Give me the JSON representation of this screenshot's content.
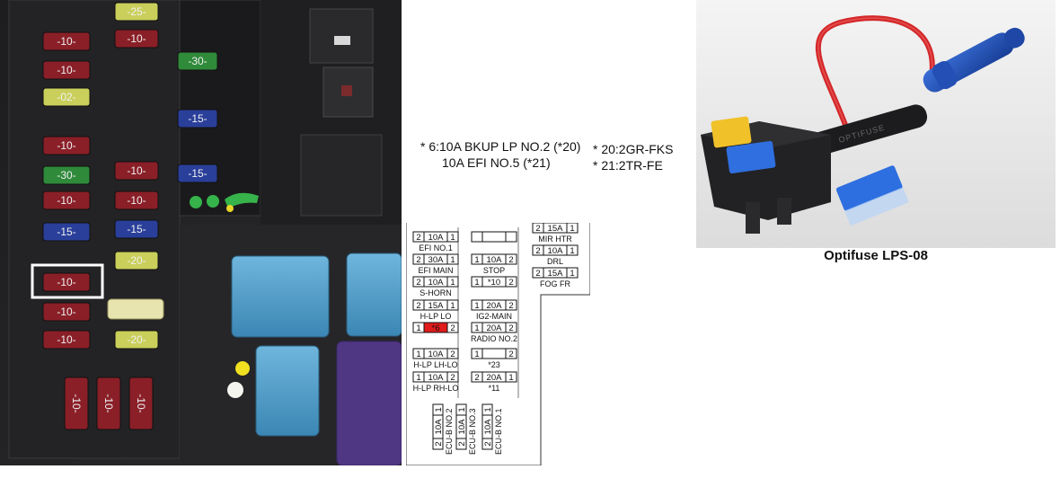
{
  "photo": {
    "fuse_left_labels": [
      "-10-",
      "-10-",
      "-02-",
      "-10-",
      "-30-",
      "-10-",
      "-15-",
      "-10-",
      "-10-",
      "-10-"
    ],
    "fuse_mid_labels": [
      "-25-",
      "-10-",
      "-10-",
      "-10-",
      "-15-",
      "-20-",
      "-20-"
    ],
    "fuse_right_labels": [
      "-30-",
      "-15-",
      "-15-"
    ],
    "fuse_bottom_labels": [
      "-10-",
      "-10-",
      "-10-"
    ]
  },
  "notes": {
    "line1": "* 6:10A BKUP LP NO.2 (*20)",
    "line2": "10A EFI NO.5 (*21)",
    "line3": "* 20:2GR-FKS",
    "line4": "* 21:2TR-FE"
  },
  "diagram": {
    "left": [
      {
        "cells": [
          "2",
          "10A",
          "1"
        ],
        "label": "EFI NO.1"
      },
      {
        "cells": [
          "2",
          "30A",
          "1"
        ],
        "label": "EFI MAIN"
      },
      {
        "cells": [
          "2",
          "10A",
          "1"
        ],
        "label": "S-HORN"
      },
      {
        "cells": [
          "2",
          "15A",
          "1"
        ],
        "label": "H-LP LO"
      },
      {
        "cells": [
          "1",
          "*6",
          "2"
        ],
        "label": ""
      },
      {
        "cells": [
          "1",
          "10A",
          "2"
        ],
        "label": "H-LP LH-LO"
      },
      {
        "cells": [
          "1",
          "10A",
          "2"
        ],
        "label": "H-LP RH-LO"
      }
    ],
    "mid": [
      {
        "cells": [
          "",
          "",
          ""
        ],
        "label": ""
      },
      {
        "cells": [
          "1",
          "10A",
          "2"
        ],
        "label": "STOP"
      },
      {
        "cells": [
          "1",
          "*10",
          "2"
        ],
        "label": ""
      },
      {
        "cells": [
          "1",
          "20A",
          "2"
        ],
        "label": "IG2-MAIN"
      },
      {
        "cells": [
          "1",
          "20A",
          "2"
        ],
        "label": "RADIO NO.2"
      },
      {
        "cells": [
          "1",
          "",
          "2"
        ],
        "label": "*23"
      },
      {
        "cells": [
          "2",
          "20A",
          "1"
        ],
        "label": "*11"
      }
    ],
    "right": [
      {
        "cells": [
          "2",
          "15A",
          "1"
        ],
        "label": "MIR HTR"
      },
      {
        "cells": [
          "2",
          "10A",
          "1"
        ],
        "label": "DRL"
      },
      {
        "cells": [
          "2",
          "15A",
          "1"
        ],
        "label": "FOG FR"
      }
    ],
    "vertical": [
      {
        "cells": [
          "2",
          "10A",
          "1"
        ],
        "label": "ECU-B NO.2"
      },
      {
        "cells": [
          "2",
          "10A",
          "1"
        ],
        "label": "ECU-B NO.3"
      },
      {
        "cells": [
          "2",
          "10A",
          "1"
        ],
        "label": "ECU-B NO.1"
      }
    ]
  },
  "product": {
    "caption": "Optifuse LPS-08",
    "housing_text": "OPTIFUSE"
  },
  "colors": {
    "fuse_red": "#8a1f28",
    "fuse_green": "#2f8a3a",
    "fuse_blue": "#2a3f9a",
    "fuse_yellow": "#c9cf5a",
    "relay_blue": "#5ea6cf",
    "relay_purple": "#5a3f8c",
    "highlight_red": "#e01b1b",
    "wire_red": "#e0302f",
    "blue_connector": "#1f4fb0"
  }
}
